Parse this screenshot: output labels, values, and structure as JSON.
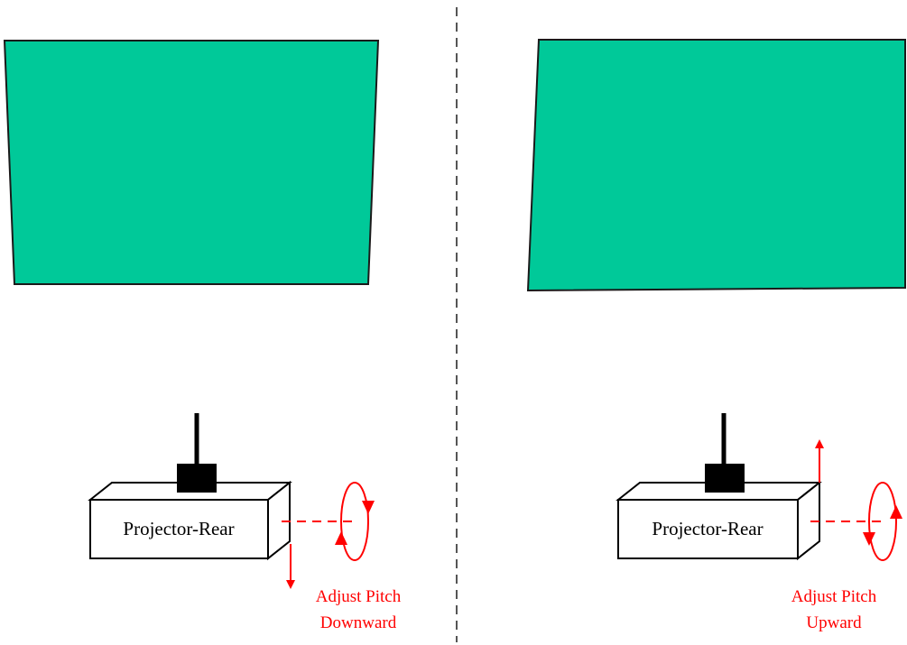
{
  "colors": {
    "screen_fill": "#00c999",
    "screen_edge": "#1a1a1a",
    "annotation": "#ff0000",
    "divider": "#555555"
  },
  "left_panel": {
    "projector_label": "Projector-Rear",
    "caption_line1": "Adjust Pitch",
    "caption_line2": "Downward"
  },
  "right_panel": {
    "projector_label": "Projector-Rear",
    "caption_line1": "Adjust Pitch",
    "caption_line2": "Upward"
  }
}
